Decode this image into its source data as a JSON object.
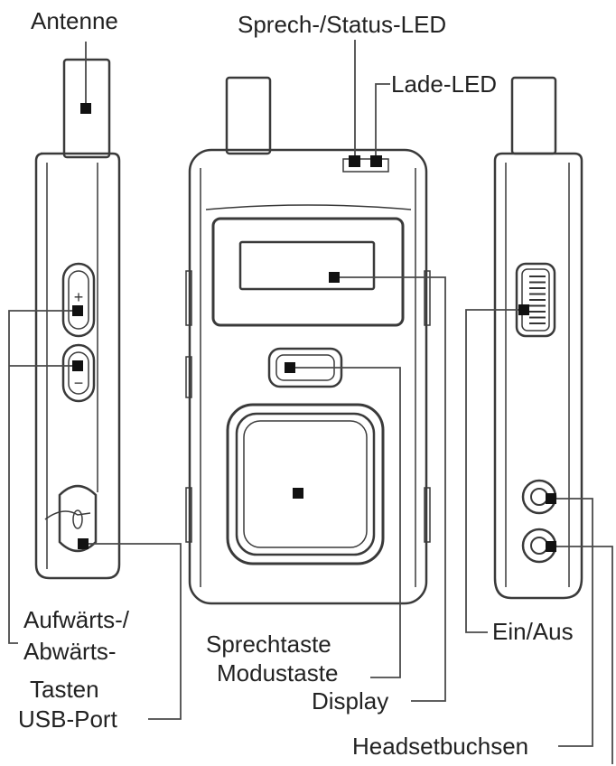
{
  "labels": {
    "antenna": "Antenne",
    "talk_status_led": "Sprech-/Status-LED",
    "charge_led": "Lade-LED",
    "up_down_line1": "Aufwärts-/",
    "up_down_line2": "Abwärts-",
    "up_down_line3": "Tasten",
    "usb_port": "USB-Port",
    "talk_button": "Sprechtaste",
    "mode_button": "Modustaste",
    "display": "Display",
    "power": "Ein/Aus",
    "headset_jacks": "Headsetbuchsen"
  },
  "button_glyphs": {
    "up": "+",
    "down": "−"
  },
  "colors": {
    "outline": "#3a3a3a",
    "leader": "#4a4a4a",
    "marker": "#111111",
    "text": "#222222"
  }
}
